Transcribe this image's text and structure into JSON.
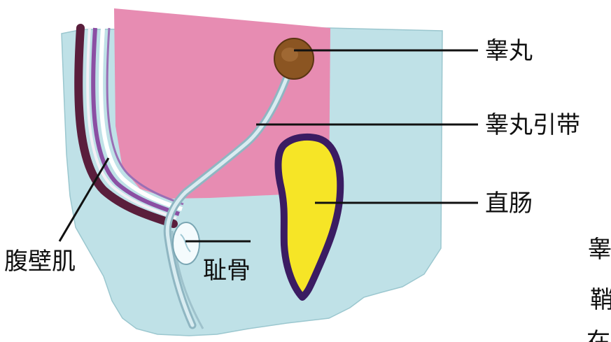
{
  "labels": {
    "testis": "睾丸",
    "gubernaculum": "睾丸引带",
    "rectum": "直肠",
    "abdominal_wall": "腹壁肌",
    "pubis": "耻骨"
  },
  "cut_off_text": [
    "睾",
    "鞘",
    "在"
  ],
  "colors": {
    "tissue": "#bfe1e7",
    "peritoneum": "#e78cb2",
    "rectum_fill": "#f6e526",
    "rectum_wall": "#3b1c62",
    "testis": "#8b5522",
    "muscle_dark": "#5a1e3c",
    "muscle_purple": "#8b4fa3",
    "pubis": "#f4fbfd",
    "leader": "#111111"
  }
}
